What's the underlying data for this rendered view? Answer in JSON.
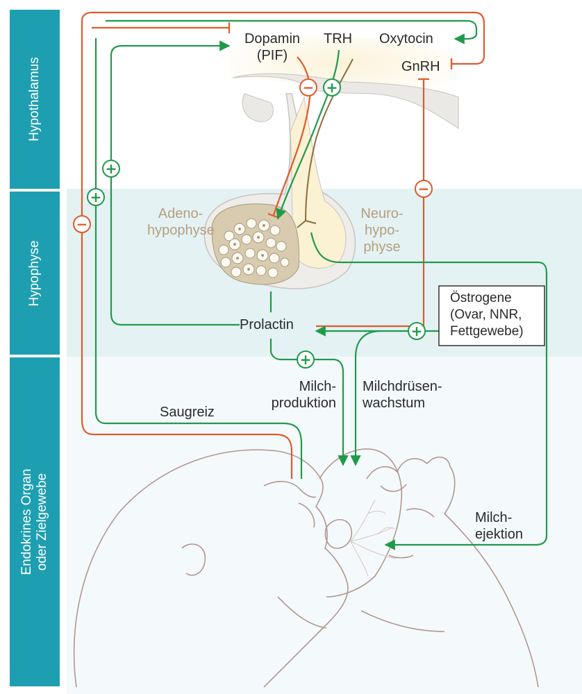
{
  "sidebar": {
    "hypothalamus": "Hypothalamus",
    "hypophyse": "Hypophyse",
    "endokrin_line1": "Endokrines Organ",
    "endokrin_line2": "oder Zielgewebe"
  },
  "labels": {
    "dopamin_line1": "Dopamin",
    "dopamin_line2": "(PIF)",
    "trh": "TRH",
    "oxytocin": "Oxytocin",
    "gnrh": "GnRH",
    "adeno_line1": "Adeno-",
    "adeno_line2": "hypophyse",
    "neuro_line1": "Neuro-",
    "neuro_line2": "hypo-",
    "neuro_line3": "physe",
    "prolactin": "Prolactin",
    "oestrogene_line1": "Östrogene",
    "oestrogene_line2": "(Ovar, NNR,",
    "oestrogene_line3": "Fettgewebe)",
    "milchproduktion_line1": "Milch-",
    "milchproduktion_line2": "produktion",
    "milchdruesen_line1": "Milchdrüsen-",
    "milchdruesen_line2": "wachstum",
    "saugreiz": "Saugreiz",
    "milchejektion_line1": "Milch-",
    "milchejektion_line2": "ejektion"
  },
  "symbols": {
    "plus": "+",
    "minus": "−"
  },
  "colors": {
    "band": "#1e9fb1",
    "hypophyse_zone": "#e4f2f4",
    "target_zone": "#f4fafb",
    "stimulation": "#1f9a4a",
    "inhibition": "#e05a2b",
    "neuron": "#8a6d3b",
    "tissue": "#d8cbb0",
    "outline": "#b39590"
  }
}
